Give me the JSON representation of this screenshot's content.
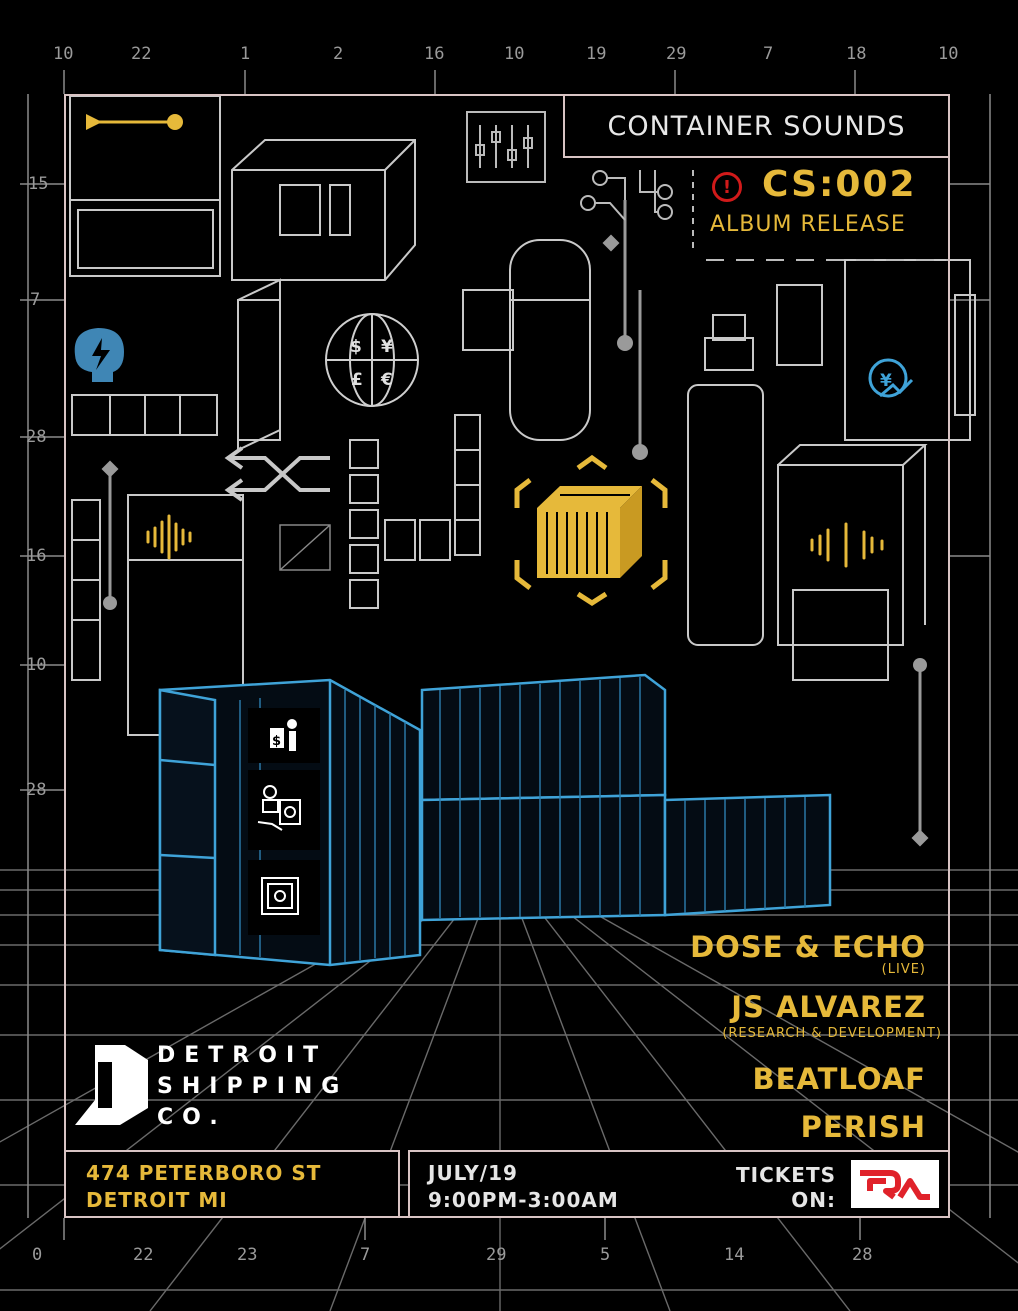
{
  "rulers": {
    "top": [
      "10",
      "22",
      "1",
      "2",
      "16",
      "10",
      "19",
      "29",
      "7",
      "18",
      "10"
    ],
    "left": [
      "15",
      "7",
      "28",
      "16",
      "10",
      "28"
    ],
    "bottom": [
      "0",
      "22",
      "23",
      "7",
      "29",
      "5",
      "14",
      "28"
    ]
  },
  "header": {
    "title": "CONTAINER SOUNDS",
    "code": "CS:002",
    "alert_glyph": "!",
    "subtitle": "ALBUM RELEASE"
  },
  "icons": [
    "arrow-pin-icon",
    "sliders-icon",
    "circuit-icon",
    "currency-globe-icon",
    "usb-icon",
    "brain-bolt-icon",
    "yen-growth-icon",
    "shuffle-arrows-icon",
    "container-target-icon",
    "sound-wave-icon",
    "money-hand-icon",
    "coins-cash-icon",
    "safe-icon"
  ],
  "globe_symbols": [
    "$",
    "¥",
    "£",
    "€"
  ],
  "lineup": [
    {
      "name": "DOSE & ECHO",
      "note": "(LIVE)"
    },
    {
      "name": "JS ALVAREZ",
      "note": "(RESEARCH & DEVELOPMENT)"
    },
    {
      "name": "BEATLOAF",
      "note": ""
    },
    {
      "name": "PERISH",
      "note": ""
    }
  ],
  "logo": {
    "line1": "DETROIT",
    "line2": "SHIPPING",
    "line3": "CO."
  },
  "footer": {
    "address_line1": "474 PETERBORO ST",
    "address_line2": "DETROIT MI",
    "date": "JULY/19",
    "time": "9:00PM-3:00AM",
    "tickets_line1": "TICKETS",
    "tickets_line2": "ON:"
  },
  "colors": {
    "accent_yellow": "#e6b93a",
    "wire_blue": "#3fa3d8",
    "frame": "#d9c4c4",
    "alert_red": "#d11a1a",
    "ra_red": "#e0222a"
  }
}
